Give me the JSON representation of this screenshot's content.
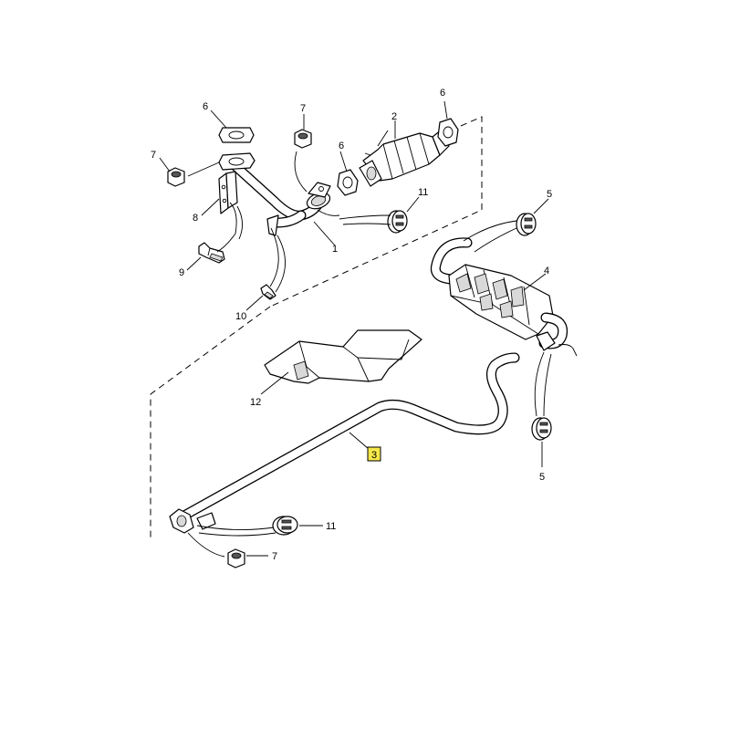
{
  "callouts": {
    "c1": "1",
    "c2": "2",
    "c3": "3",
    "c4": "4",
    "c5a": "5",
    "c5b": "5",
    "c6a": "6",
    "c6b": "6",
    "c6c": "6",
    "c7a": "7",
    "c7b": "7",
    "c7c": "7",
    "c8": "8",
    "c9": "9",
    "c10": "10",
    "c11a": "11",
    "c11b": "11",
    "c12": "12"
  },
  "colors": {
    "highlight": "#f5e84a",
    "line": "#000000"
  }
}
